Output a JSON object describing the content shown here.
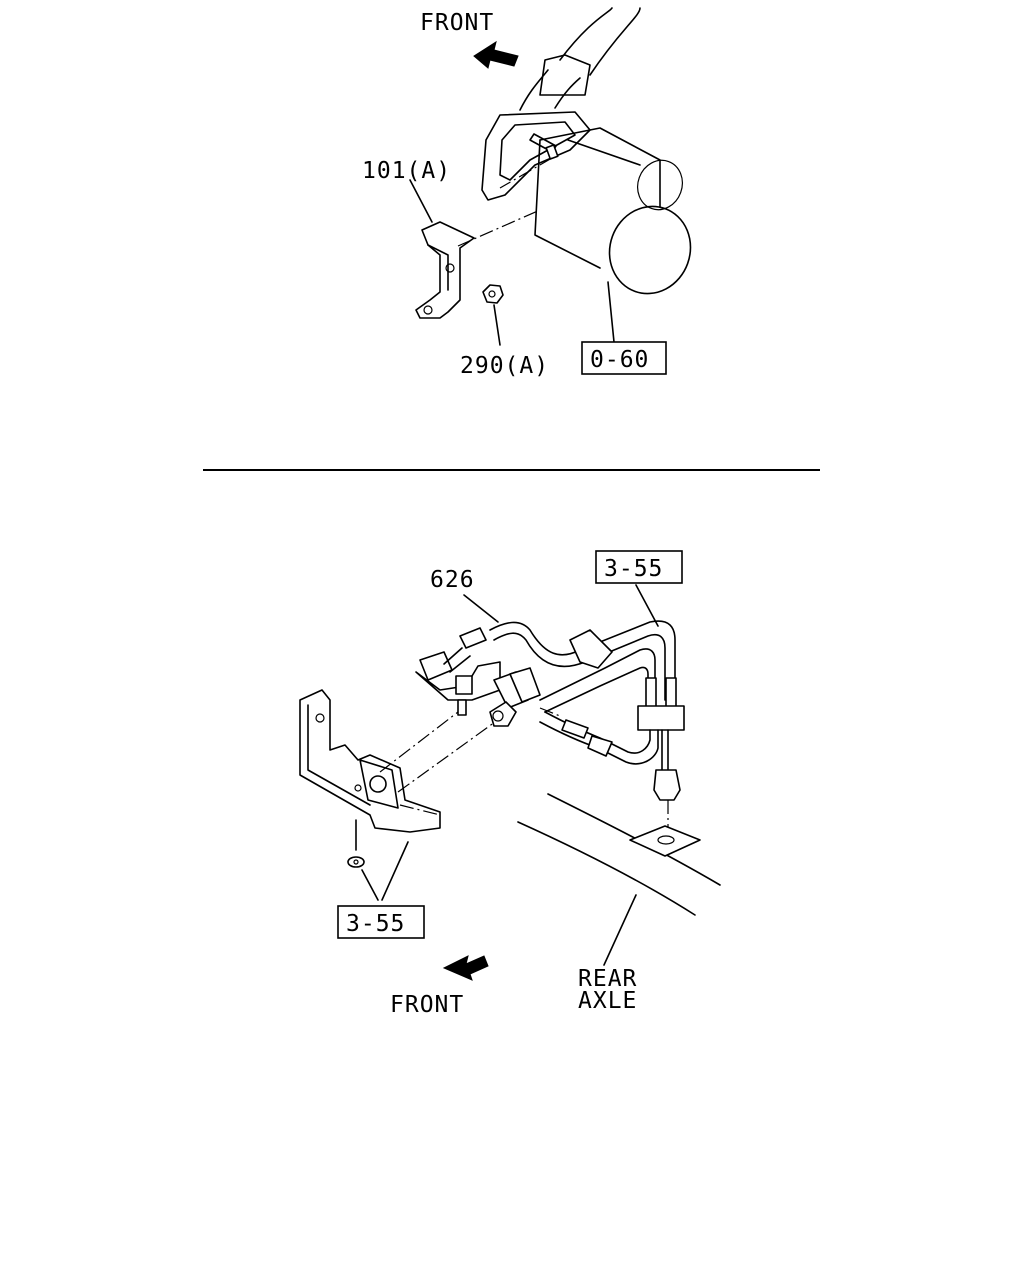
{
  "top_view": {
    "direction_label": "FRONT",
    "callouts": {
      "bracket": "101(A)",
      "nut": "290(A)",
      "reference": "0-60"
    }
  },
  "bottom_view": {
    "direction_label": "FRONT",
    "axle_label_line1": "REAR",
    "axle_label_line2": "AXLE",
    "callouts": {
      "harness": "626",
      "reference_upper": "3-55",
      "reference_lower": "3-55"
    }
  },
  "icons": {
    "front_arrow": "front-arrow-icon"
  }
}
